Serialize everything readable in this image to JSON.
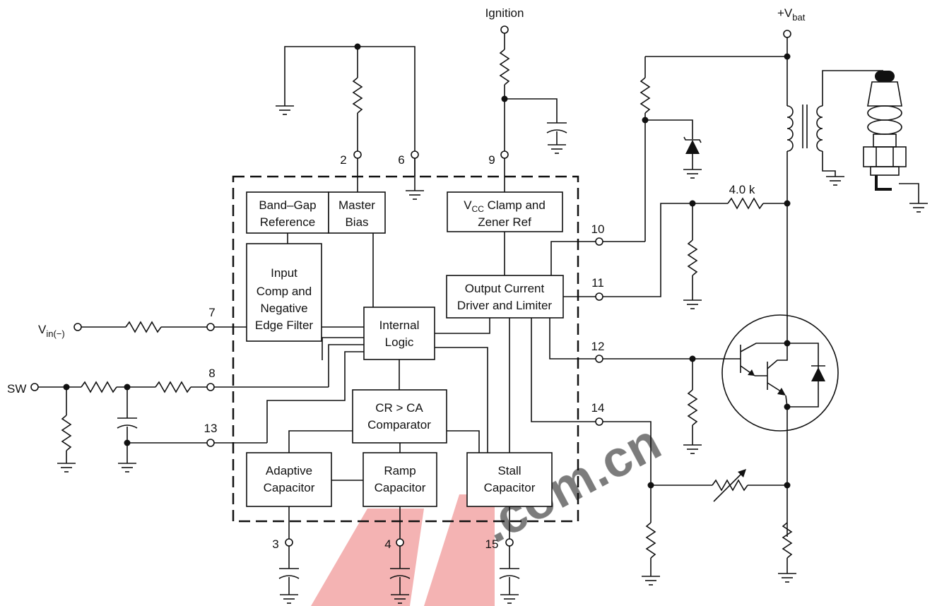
{
  "terminals": {
    "ignition": "Ignition",
    "vbat": "+V",
    "vbat_sub": "bat",
    "vin": "V",
    "vin_sub": "in(−)",
    "sw": "SW"
  },
  "resistor_value": "4.0 k",
  "blocks": {
    "bandgap": [
      "Band–Gap",
      "Reference"
    ],
    "master_bias": [
      "Master",
      "Bias"
    ],
    "vcc_clamp": [
      "V",
      "CC",
      " Clamp and",
      "Zener Ref"
    ],
    "input_comp": [
      "Input",
      "Comp and",
      "Negative",
      "Edge Filter"
    ],
    "output_driver": [
      "Output Current",
      "Driver and Limiter"
    ],
    "internal_logic": [
      "Internal",
      "Logic"
    ],
    "comparator": [
      "CR > CA",
      "Comparator"
    ],
    "adaptive": [
      "Adaptive",
      "Capacitor"
    ],
    "ramp": [
      "Ramp",
      "Capacitor"
    ],
    "stall": [
      "Stall",
      "Capacitor"
    ]
  },
  "pins": {
    "p2": "2",
    "p6": "6",
    "p9": "9",
    "p7": "7",
    "p8": "8",
    "p13": "13",
    "p10": "10",
    "p11": "11",
    "p12": "12",
    "p14": "14",
    "p3": "3",
    "p4": "4",
    "p15": "15"
  },
  "watermark": ".com.cn"
}
